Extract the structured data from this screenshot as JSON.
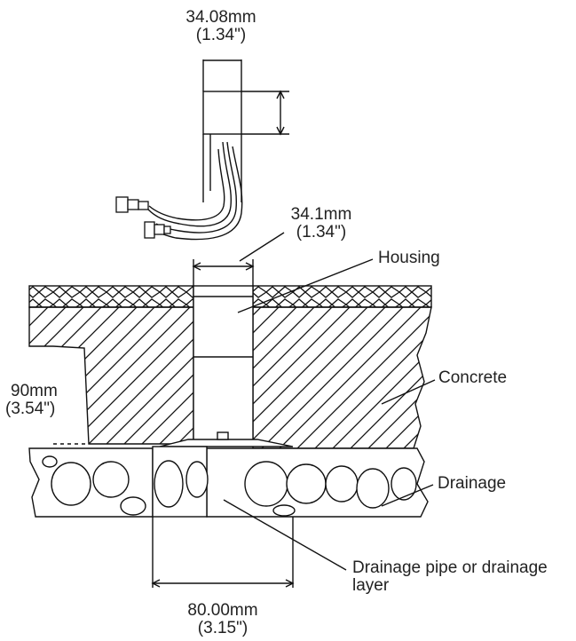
{
  "labels": {
    "top_width_mm": "34.08mm",
    "top_width_in": "(1.34\")",
    "housing_width_mm": "34.1mm",
    "housing_width_in": "(1.34\")",
    "housing": "Housing",
    "concrete": "Concrete",
    "depth_mm": "90mm",
    "depth_in": "(3.54\")",
    "drainage": "Drainage",
    "pipe_line1": "Drainage pipe or drainage",
    "pipe_line2": "layer",
    "bottom_width_mm": "80.00mm",
    "bottom_width_in": "(3.15\")"
  },
  "colors": {
    "line": "#111111",
    "text": "#222222",
    "background": "#ffffff"
  }
}
